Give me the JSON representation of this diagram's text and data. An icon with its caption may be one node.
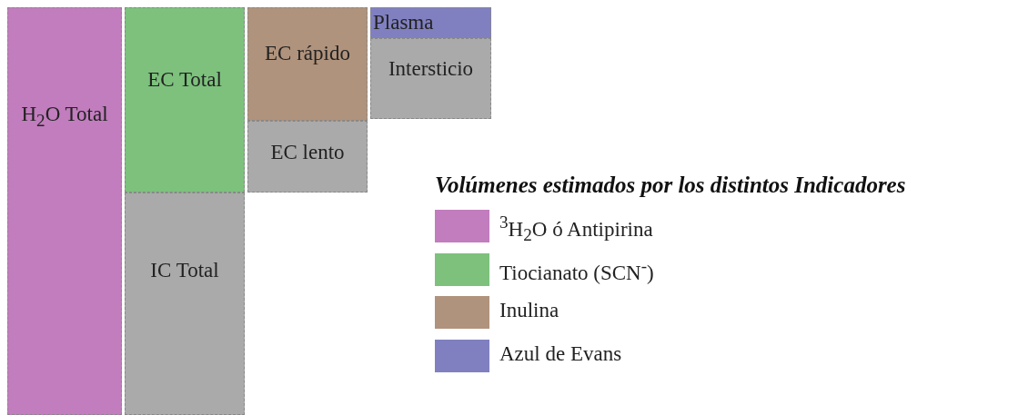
{
  "diagram": {
    "nodes": [
      {
        "text": [
          "H$_{2}$O Total"
        ]
      },
      {
        "text": [
          "EC Total"
        ]
      },
      {
        "text": [
          "IC Total"
        ]
      },
      {
        "text": [
          "EC rápido"
        ]
      },
      {
        "text": [
          "EC lento"
        ]
      },
      {
        "text": [
          "Plasma"
        ]
      },
      {
        "text": [
          "Intersticio"
        ]
      }
    ],
    "labels": [
      "Volúmenes estimados por los distintos Indicadores"
    ],
    "legend": [
      {
        "text": "$^{3}$H$_{2}$O ó Antipirina",
        "color": "#c17dbd"
      },
      {
        "text": "Tiocianato (SCN$^{-}$)",
        "color": "#7dc17d"
      },
      {
        "text": "Inulina",
        "color": "#b0937c"
      },
      {
        "text": "Azul de Evans",
        "color": "#8080c0"
      }
    ]
  }
}
